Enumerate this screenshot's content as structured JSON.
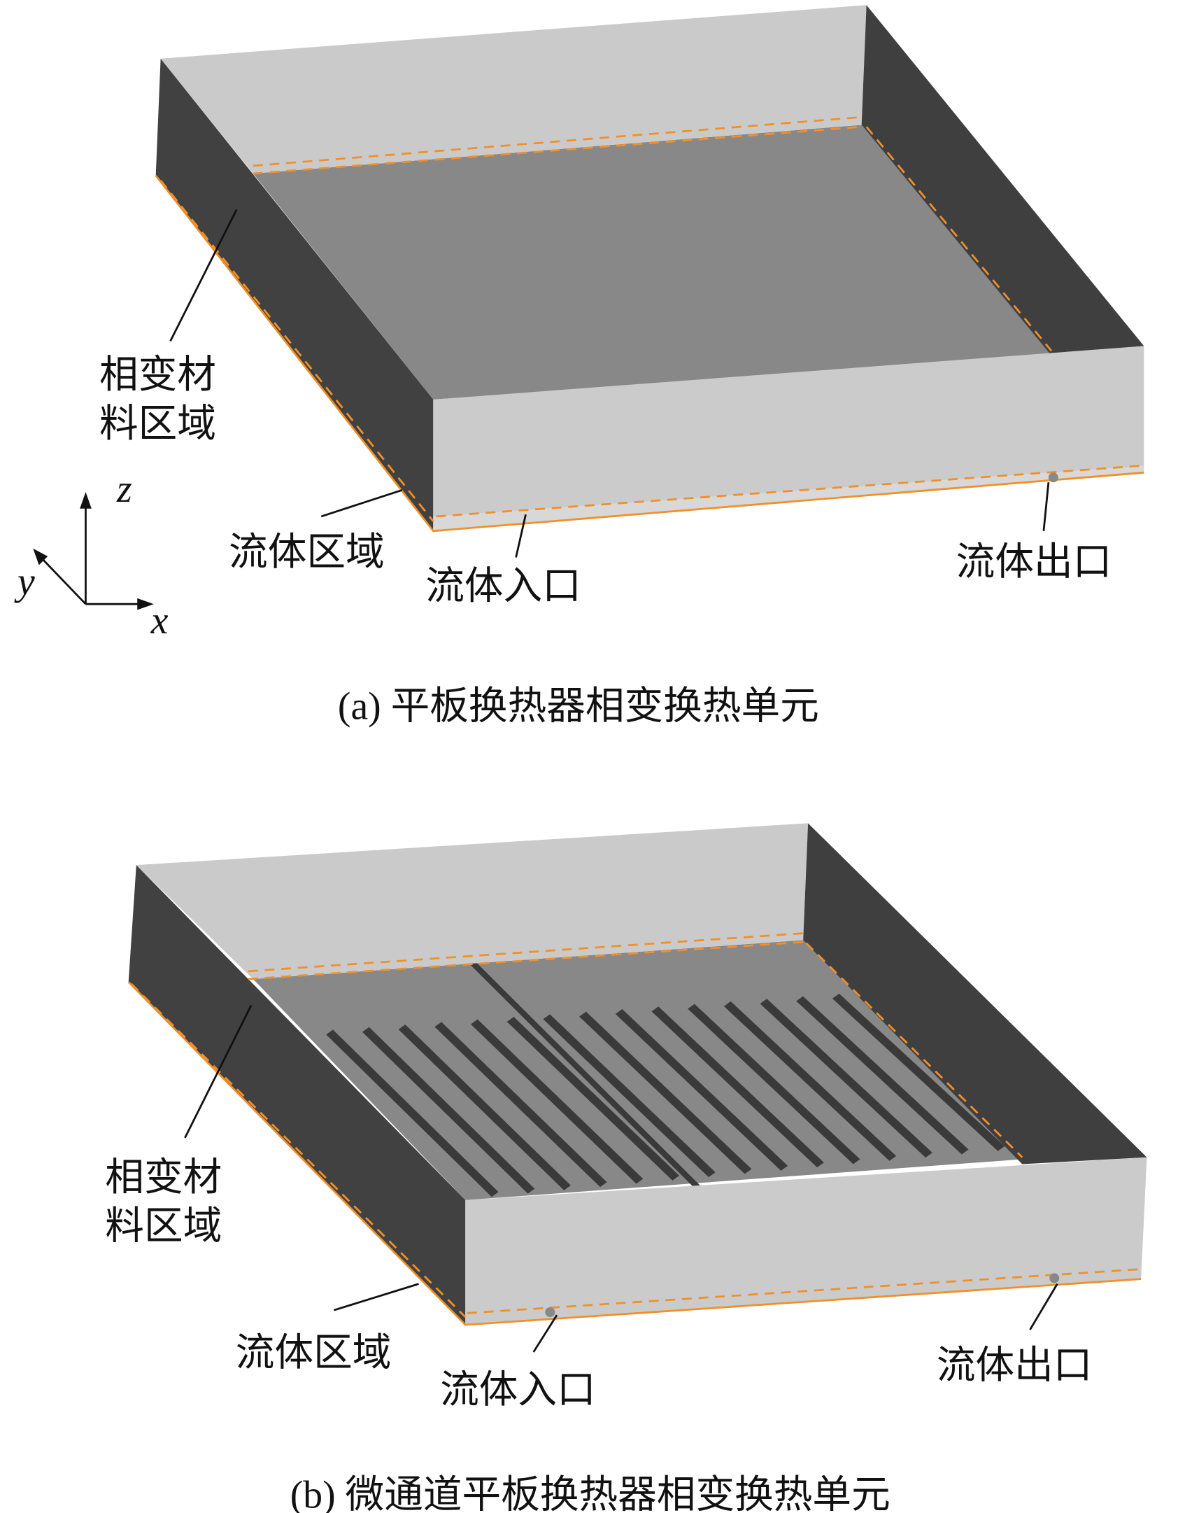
{
  "panel_a": {
    "label_pcm": [
      "相变材",
      "料区域"
    ],
    "label_fluid_region": "流体区域",
    "label_inlet": "流体入口",
    "label_outlet": "流体出口",
    "caption": "(a) 平板换热器相变换热单元"
  },
  "panel_b": {
    "label_pcm": [
      "相变材",
      "料区域"
    ],
    "label_fluid_region": "流体区域",
    "label_inlet": "流体入口",
    "label_outlet": "流体出口",
    "caption": "(b) 微通道平板换热器相变换热单元",
    "fin_count": 15
  },
  "axes": {
    "x": "x",
    "y": "y",
    "z": "z"
  },
  "colors": {
    "light_wall": "#c9c9c9",
    "dark_wall": "#404040",
    "floor": "#888888",
    "dashed_edge": "#f0902a"
  }
}
